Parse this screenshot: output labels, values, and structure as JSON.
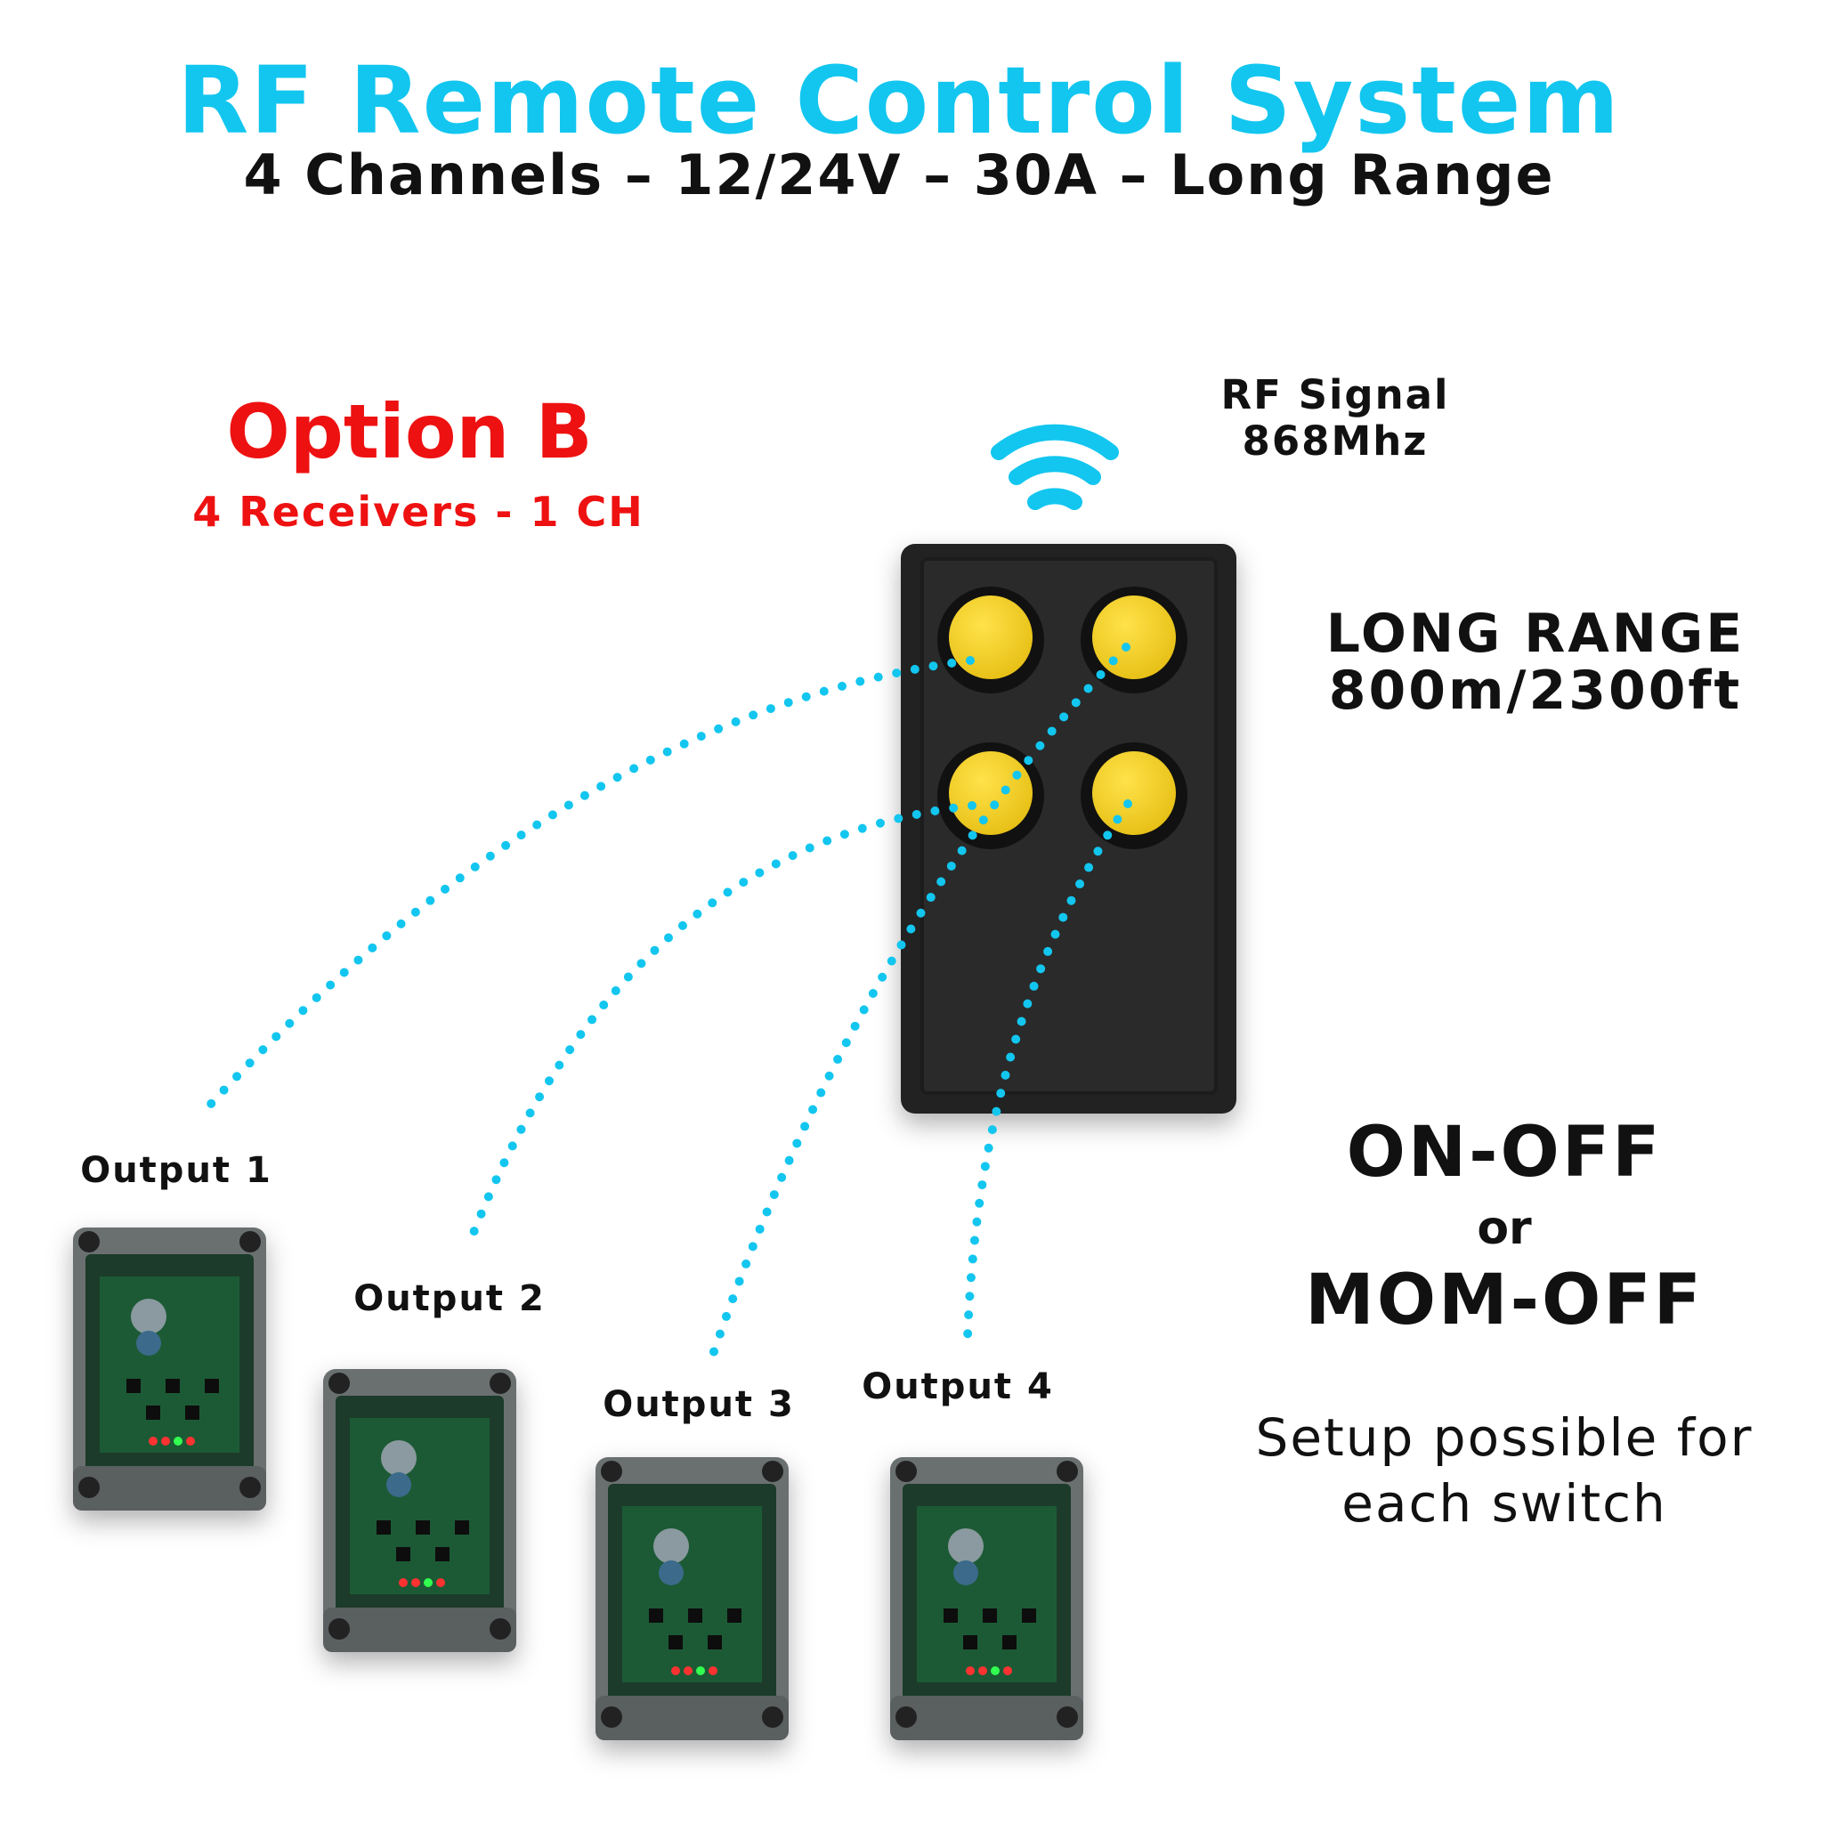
{
  "header": {
    "title": "RF Remote Control System",
    "subtitle": "4 Channels – 12/24V – 30A – Long Range"
  },
  "option": {
    "title": "Option B",
    "subtitle": "4 Receivers - 1 CH"
  },
  "signal": {
    "line1": "RF Signal",
    "line2": "868Mhz",
    "icon": "wifi-signal-icon"
  },
  "range": {
    "line1": "LONG RANGE",
    "line2": "800m/2300ft"
  },
  "modes": {
    "mode1": "ON-OFF",
    "or": "or",
    "mode2": "MOM-OFF",
    "note_line1": "Setup possible for",
    "note_line2": "each switch"
  },
  "outputs": [
    {
      "label": "Output 1"
    },
    {
      "label": "Output 2"
    },
    {
      "label": "Output 3"
    },
    {
      "label": "Output 4"
    }
  ],
  "colors": {
    "accent": "#12c6ef",
    "option": "#ee1111",
    "button": "#f5d22a",
    "remote": "#232323"
  }
}
